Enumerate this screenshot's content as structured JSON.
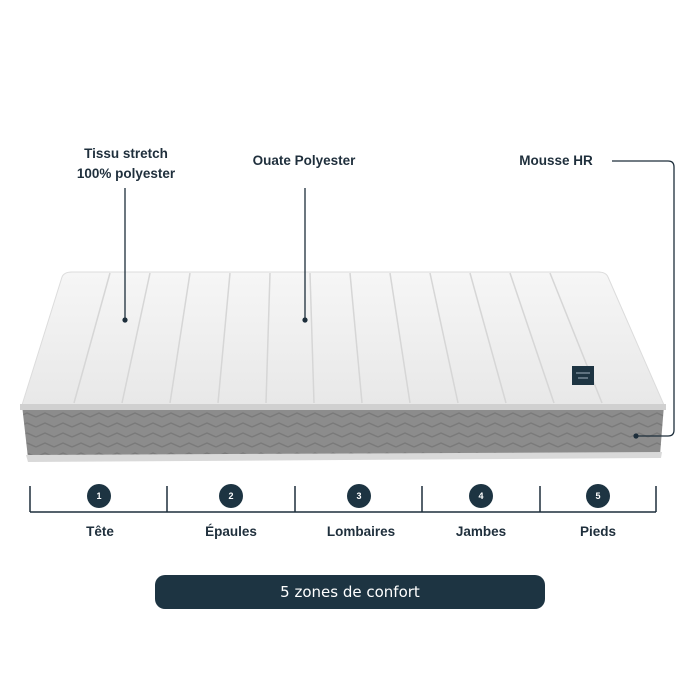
{
  "callouts": {
    "tissu_line1": "Tissu stretch",
    "tissu_line2": "100% polyester",
    "ouate": "Ouate Polyester",
    "mousse": "Mousse HR"
  },
  "zones": [
    {
      "num": "1",
      "label": "Tête"
    },
    {
      "num": "2",
      "label": "Épaules"
    },
    {
      "num": "3",
      "label": "Lombaires"
    },
    {
      "num": "4",
      "label": "Jambes"
    },
    {
      "num": "5",
      "label": "Pieds"
    }
  ],
  "banner": "5 zones de confort",
  "colors": {
    "navy": "#1d3442",
    "text": "#1f2f3c",
    "mattress_top": "#f4f4f4",
    "mattress_side": "#8a8a8a"
  }
}
